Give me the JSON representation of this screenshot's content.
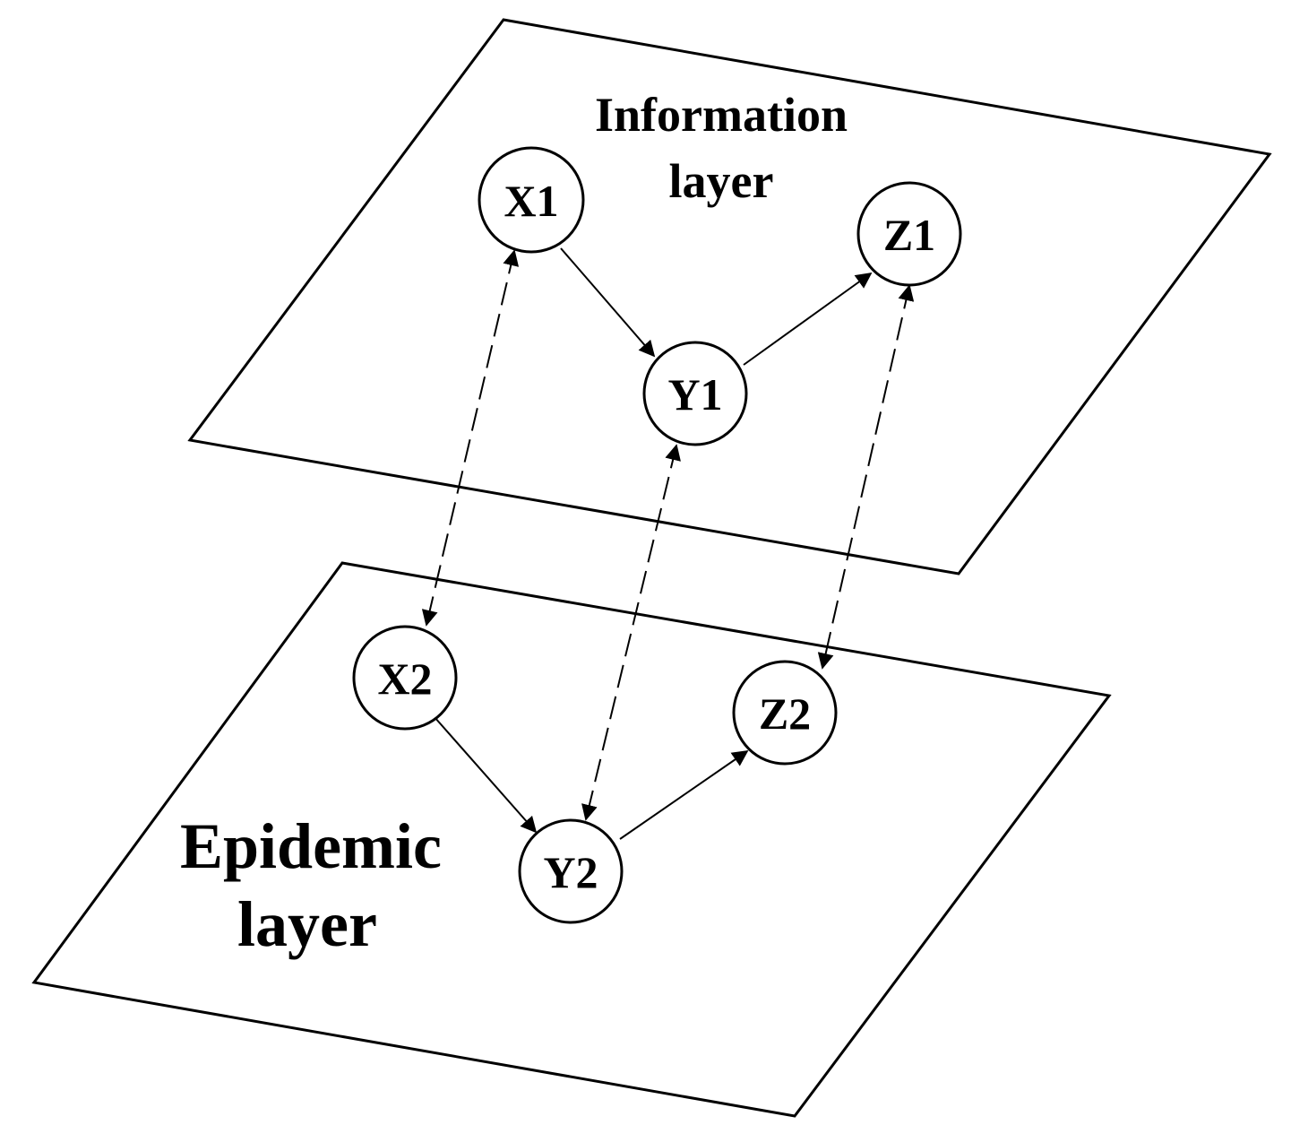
{
  "layers": {
    "information": {
      "label_line1": "Information",
      "label_line2": "layer"
    },
    "epidemic": {
      "label_line1": "Epidemic",
      "label_line2": "layer"
    }
  },
  "nodes": {
    "x1": "X1",
    "y1": "Y1",
    "z1": "Z1",
    "x2": "X2",
    "y2": "Y2",
    "z2": "Z2"
  },
  "edges": [
    {
      "from": "X1",
      "to": "Y1",
      "style": "solid",
      "direction": "forward"
    },
    {
      "from": "Y1",
      "to": "Z1",
      "style": "solid",
      "direction": "forward"
    },
    {
      "from": "X2",
      "to": "Y2",
      "style": "solid",
      "direction": "forward"
    },
    {
      "from": "Y2",
      "to": "Z2",
      "style": "solid",
      "direction": "forward"
    },
    {
      "from": "X1",
      "to": "X2",
      "style": "dashed",
      "direction": "both"
    },
    {
      "from": "Y1",
      "to": "Y2",
      "style": "dashed",
      "direction": "both"
    },
    {
      "from": "Z1",
      "to": "Z2",
      "style": "dashed",
      "direction": "both"
    }
  ],
  "colors": {
    "stroke": "#000000",
    "fill": "#ffffff"
  }
}
